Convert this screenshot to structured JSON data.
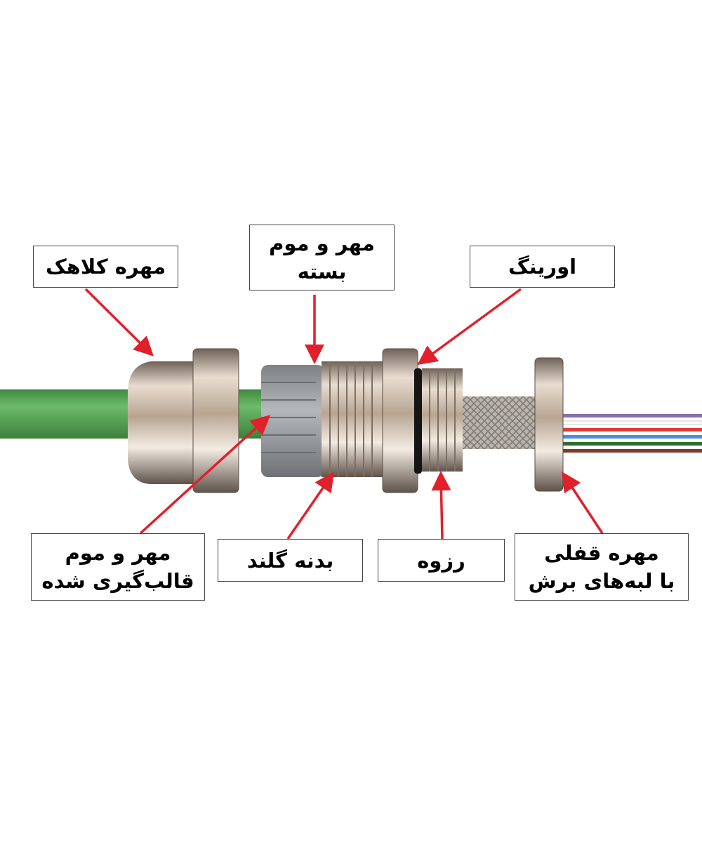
{
  "labels": {
    "cap_nut": {
      "lines": [
        "مهره کلاهک"
      ]
    },
    "closed_seal": {
      "lines": [
        "مهر و موم",
        "بسته"
      ]
    },
    "o_ring": {
      "lines": [
        "اورینگ"
      ]
    },
    "molded_seal": {
      "lines": [
        "مهر و موم",
        "قالب‌گیری شده"
      ]
    },
    "gland_body": {
      "lines": [
        "بدنه گلند"
      ]
    },
    "thread": {
      "lines": [
        "رزوه"
      ]
    },
    "lock_nut": {
      "lines": [
        "مهره قفلی",
        "با لبه‌های برش"
      ]
    }
  },
  "colors": {
    "arrow": "#e0202a",
    "cable": "#5aa95a",
    "seal": "#9a9ea2",
    "metal": "#c9b9a6"
  }
}
